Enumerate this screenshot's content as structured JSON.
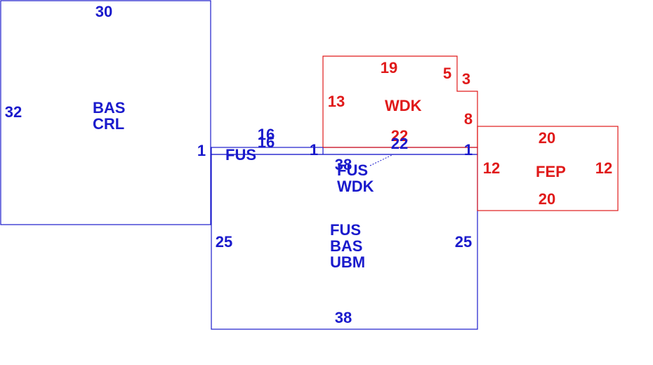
{
  "colors": {
    "blue": "#1a1acc",
    "red": "#e01a1a"
  },
  "areas": {
    "bas_crl": {
      "codes": [
        "BAS",
        "CRL"
      ],
      "dims": {
        "top": "30",
        "left": "32"
      }
    },
    "fus_strip": {
      "code": "FUS",
      "dims": {
        "top_a": "16",
        "top_b": "16",
        "left": "1",
        "mid": "1",
        "right": "1"
      }
    },
    "fus_wdk": {
      "codes": [
        "FUS",
        "WDK"
      ],
      "dims": {
        "top": "38"
      }
    },
    "fus_bas_ubm": {
      "codes": [
        "FUS",
        "BAS",
        "UBM"
      ],
      "dims": {
        "bottom": "38",
        "left": "25",
        "right": "25"
      }
    },
    "wdk_deck": {
      "code": "WDK",
      "dims": {
        "top": "19",
        "left": "13",
        "notch_a": "5",
        "notch_b": "3",
        "right": "8",
        "bottom_red": "22",
        "bottom_blue": "22"
      }
    },
    "fep": {
      "code": "FEP",
      "dims": {
        "top": "20",
        "bottom": "20",
        "left": "12",
        "right": "12"
      }
    }
  }
}
